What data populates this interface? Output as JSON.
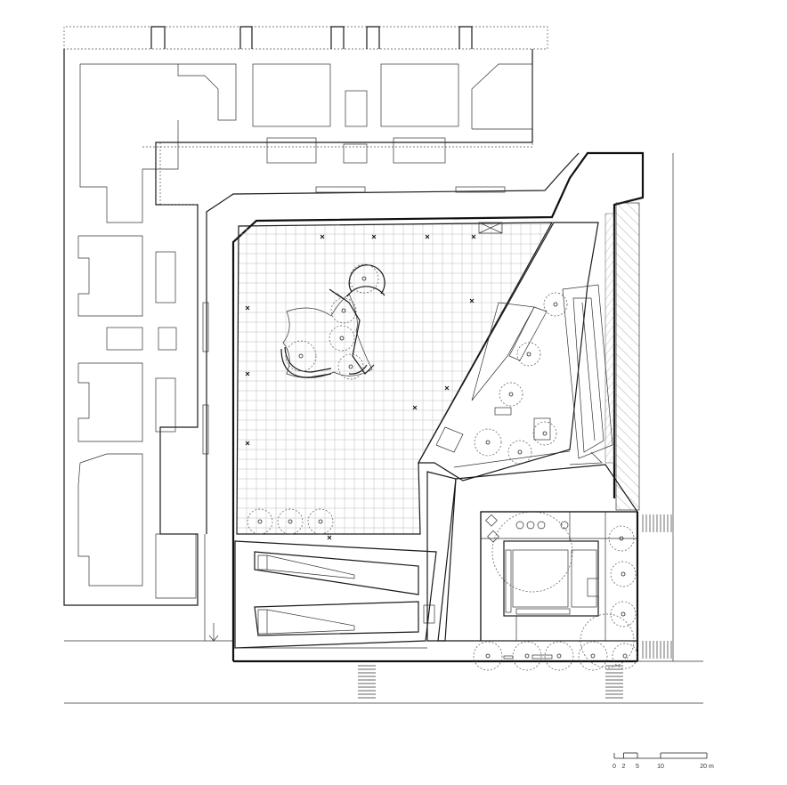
{
  "scale_bar": {
    "labels": [
      "0",
      "2",
      "5",
      "10",
      "20 m"
    ],
    "fractions": [
      0.0,
      0.1,
      0.25,
      0.5,
      1.0
    ]
  }
}
